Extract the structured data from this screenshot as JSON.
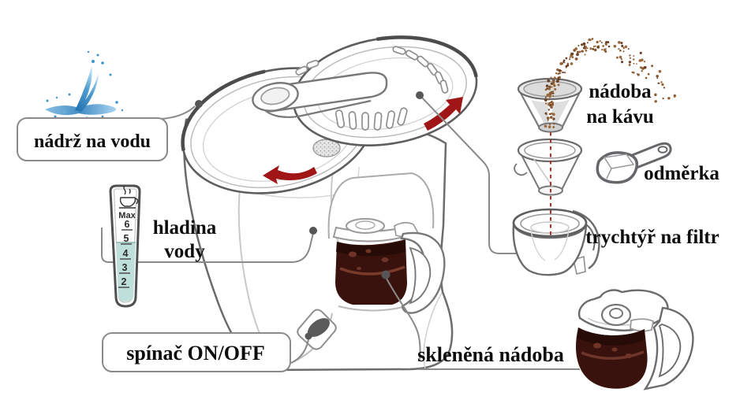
{
  "diagram": {
    "labels": {
      "water_tank": "nádrž na vodu",
      "water_level_line1": "hladina",
      "water_level_line2": "vody",
      "power_switch": "spínač ON/OFF",
      "coffee_basket_line1": "nádoba",
      "coffee_basket_line2": "na kávu",
      "measuring_spoon": "odměrka",
      "filter_funnel": "trychtýř na filtr",
      "glass_carafe": "skleněná nádoba"
    },
    "gauge": {
      "max_label": "Max",
      "levels": [
        "6",
        "5",
        "4",
        "3",
        "2"
      ]
    },
    "colors": {
      "accent_red": "#a01616",
      "dashed_red": "#b03226",
      "water_fill": "#bfe0da",
      "coffee_dark": "#3a120d",
      "grounds_brown": "#8a5a33",
      "outline_gray": "#6a6b6d"
    }
  }
}
